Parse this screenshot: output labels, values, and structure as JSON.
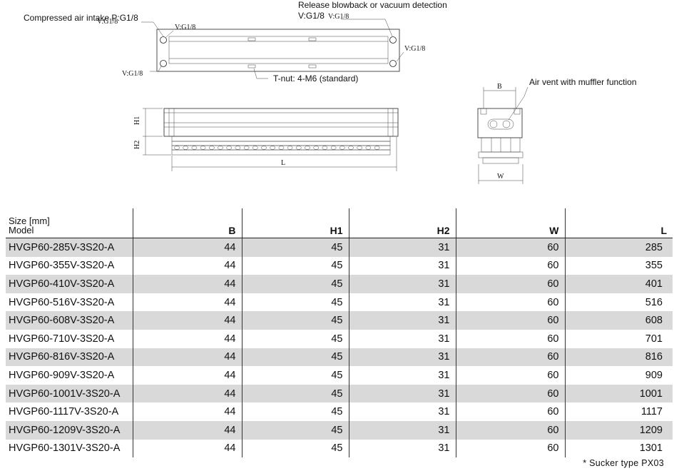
{
  "annotations": {
    "compressed_air_intake": "Compressed air intake P:G1/8",
    "release_blowback": "Release blowback or vacuum detection",
    "release_v_port": "V:G1/8",
    "t_nut": "T-nut: 4-M6 (standard)",
    "air_vent_muffler": "Air vent with muffler function"
  },
  "port_labels": {
    "top_left_a": "V:G1/8",
    "top_left_b": "V:G1/8",
    "top_right_a": "V:G1/8",
    "right": "V:G1/8",
    "bottom_left": "V:G1/8"
  },
  "dimension_labels": {
    "h1": "H1",
    "h2": "H2",
    "l": "L",
    "b": "B",
    "w": "W"
  },
  "table": {
    "size_label": "Size [mm]",
    "model_label": "Model",
    "columns": [
      "B",
      "H1",
      "H2",
      "W",
      "L"
    ],
    "rows": [
      {
        "model": "HVGP60-285V-3S20-A",
        "b": "44",
        "h1": "45",
        "h2": "31",
        "w": "60",
        "l": "285"
      },
      {
        "model": "HVGP60-355V-3S20-A",
        "b": "44",
        "h1": "45",
        "h2": "31",
        "w": "60",
        "l": "355"
      },
      {
        "model": "HVGP60-410V-3S20-A",
        "b": "44",
        "h1": "45",
        "h2": "31",
        "w": "60",
        "l": "401"
      },
      {
        "model": "HVGP60-516V-3S20-A",
        "b": "44",
        "h1": "45",
        "h2": "31",
        "w": "60",
        "l": "516"
      },
      {
        "model": "HVGP60-608V-3S20-A",
        "b": "44",
        "h1": "45",
        "h2": "31",
        "w": "60",
        "l": "608"
      },
      {
        "model": "HVGP60-710V-3S20-A",
        "b": "44",
        "h1": "45",
        "h2": "31",
        "w": "60",
        "l": "701"
      },
      {
        "model": "HVGP60-816V-3S20-A",
        "b": "44",
        "h1": "45",
        "h2": "31",
        "w": "60",
        "l": "816"
      },
      {
        "model": "HVGP60-909V-3S20-A",
        "b": "44",
        "h1": "45",
        "h2": "31",
        "w": "60",
        "l": "909"
      },
      {
        "model": "HVGP60-1001V-3S20-A",
        "b": "44",
        "h1": "45",
        "h2": "31",
        "w": "60",
        "l": "1001"
      },
      {
        "model": "HVGP60-1117V-3S20-A",
        "b": "44",
        "h1": "45",
        "h2": "31",
        "w": "60",
        "l": "1117"
      },
      {
        "model": "HVGP60-1209V-3S20-A",
        "b": "44",
        "h1": "45",
        "h2": "31",
        "w": "60",
        "l": "1209"
      },
      {
        "model": "HVGP60-1301V-3S20-A",
        "b": "44",
        "h1": "45",
        "h2": "31",
        "w": "60",
        "l": "1301"
      }
    ]
  },
  "note": "* Sucker type PX03",
  "colors": {
    "row_shade": "#d9d9d9",
    "line": "#222222"
  }
}
